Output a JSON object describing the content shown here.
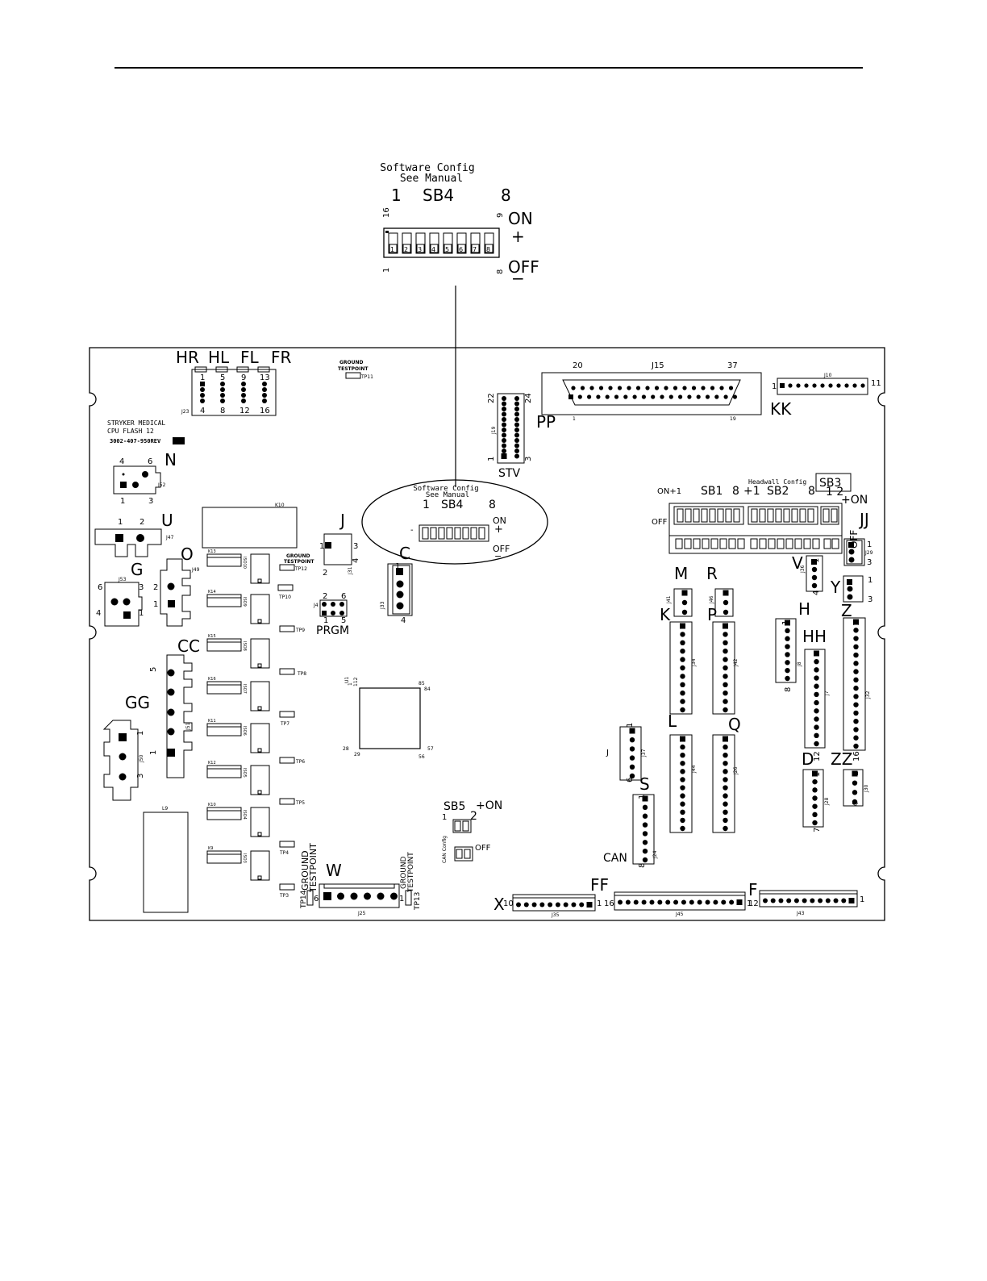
{
  "callout": {
    "title_line1": "Software Config",
    "title_line2": "See Manual",
    "sw_left": "1",
    "sw_name": "SB4",
    "sw_right": "8",
    "pin_16": "16",
    "pin_9": "9",
    "pin_1": "1",
    "pin_8": "8",
    "on_label": "ON",
    "on_sign": "+",
    "off_label": "OFF",
    "off_sign": "−",
    "switch_numbers": [
      "1",
      "2",
      "3",
      "4",
      "5",
      "6",
      "7",
      "8"
    ]
  },
  "board": {
    "top_header_labels": [
      "HR",
      "HL",
      "FL",
      "FR"
    ],
    "j23_pin_labels": [
      "1",
      "5",
      "9",
      "13",
      "4",
      "8",
      "12",
      "16"
    ],
    "j23_ref": "J23",
    "ground_tp11": "GROUND",
    "testpoint_tp11": "TESTPOINT",
    "tp11": "TP11",
    "stryker_line1": "STRYKER MEDICAL",
    "stryker_line2": "CPU FLASH 12",
    "stryker_line3": "3002-407-950REV",
    "j15": "J15",
    "j15_pin_20": "20",
    "j15_pin_37": "37",
    "j15_pin_1": "1",
    "j15_pin_19": "19",
    "kk": "KK",
    "j10": "J10",
    "j10_pin_1": "1",
    "j10_pin_11": "11",
    "pp": "PP",
    "stv": "STV",
    "j19": "J19",
    "j19_pins": [
      "22",
      "24",
      "1",
      "3"
    ],
    "n": "N",
    "j52": "J52",
    "n_pins": [
      "4",
      "6",
      "1",
      "3"
    ],
    "u": "U",
    "j47": "J47",
    "u_pins": [
      "1",
      "2"
    ],
    "o": "O",
    "j49": "J49",
    "o_pins": [
      "2",
      "1"
    ],
    "g": "G",
    "j53": "J53",
    "g_pins": [
      "6",
      "3",
      "4",
      "1"
    ],
    "k10": "K10",
    "j_label": "J",
    "j31": "J31",
    "j_pins": [
      "1",
      "3",
      "2",
      "4"
    ],
    "ground_tp12": "GROUND",
    "testpoint_tp12": "TESTPOINT",
    "tp12": "TP12",
    "tp10": "TP10",
    "tp9": "TP9",
    "tp8": "TP8",
    "tp7": "TP7",
    "tp6": "TP6",
    "tp5": "TP5",
    "tp4": "TP4",
    "tp3": "TP3",
    "prgm": "PRGM",
    "j4": "J4",
    "prgm_pins": [
      "2",
      "6",
      "1",
      "5"
    ],
    "c": "C",
    "j33": "J33",
    "c_pins": [
      "1",
      "4"
    ],
    "cc": "CC",
    "cc_pins": [
      "5",
      "1"
    ],
    "j51": "J51",
    "gg": "GG",
    "j50": "J50",
    "gg_pins": [
      "1",
      "3"
    ],
    "l9": "L9",
    "u1": "U1",
    "u1_pins": [
      "1",
      "112",
      "85",
      "84",
      "29",
      "56",
      "57",
      "28"
    ],
    "relays": [
      "K13",
      "K14",
      "K15",
      "K16",
      "K11",
      "K12",
      "K10",
      "K9"
    ],
    "relay_drivers": [
      "ISO10",
      "ISO9",
      "ISO8",
      "ISO7",
      "ISO6",
      "ISO5",
      "ISO4",
      "ISO3"
    ],
    "ground_tp14": "GROUND",
    "testpoint_tp14": "TESTPOINT",
    "tp14": "TP14",
    "w": "W",
    "w_pins": [
      "6",
      "1"
    ],
    "j25": "J25",
    "ground_tp13": "GROUND",
    "testpoint_tp13": "TESTPOINT",
    "tp13": "TP13",
    "sb5": "SB5",
    "sb5_on": "+ON",
    "sb5_pins": [
      "1",
      "2"
    ],
    "sb5_off": "OFF",
    "can_config": "CAN Config",
    "headwall_config": "Headwall Config",
    "sb3": "SB3",
    "sb3_pins": "1 2",
    "sb3_on": "+ON",
    "sb1_on": "ON+1",
    "sb1": "SB1",
    "sb1_8": "8",
    "sb2_plus1": "+1",
    "sb2": "SB2",
    "sb2_8": "8",
    "sb_off": "OFF",
    "off_vert": "OFF",
    "jj": "JJ",
    "j29": "J29",
    "jj_pins": [
      "1",
      "3"
    ],
    "v": "V",
    "j36": "J36",
    "v_pins": [
      "1",
      "4"
    ],
    "y": "Y",
    "j41": "J41",
    "y_pins": [
      "1",
      "3"
    ],
    "m": "M",
    "m_ref": "J41",
    "r": "R",
    "r_ref": "J46",
    "k": "K",
    "k_ref": "J34",
    "p": "P",
    "p_ref": "J42",
    "h": "H",
    "h_ref": "J8",
    "h_pins": [
      "1",
      "8"
    ],
    "hh": "HH",
    "hh_ref": "J7",
    "hh_pins": [
      "1",
      "12"
    ],
    "z": "Z",
    "z_ref": "J32",
    "z_pins": [
      "1",
      "16"
    ],
    "l": "L",
    "l_ref": "J44",
    "q": "Q",
    "q_ref": "J26",
    "d": "D",
    "d_ref": "J28",
    "d_pins": [
      "1",
      "7"
    ],
    "zz": "ZZ",
    "zz_ref": "J30",
    "zz_pins": [
      "1",
      "4"
    ],
    "j_side": "J",
    "j37": "J37",
    "j37_pins": [
      "1",
      "6"
    ],
    "s": "S",
    "can": "CAN",
    "j24": "J24",
    "s_pins": [
      "1",
      "8"
    ],
    "x": "X",
    "ff": "FF",
    "f": "F",
    "j35": "J35",
    "j45": "J45",
    "j43": "J43",
    "x_pins": [
      "10",
      "1"
    ],
    "ff_pins": [
      "16",
      "1"
    ],
    "f_pins": [
      "12",
      "1"
    ]
  },
  "board_callout": {
    "title_line1": "Software Config",
    "title_line2": "See Manual",
    "sw_left": "1",
    "sw_name": "SB4",
    "sw_right": "8",
    "on_label": "ON",
    "on_sign": "+",
    "off_label": "OFF",
    "off_sign": "−",
    "minus_left": "-"
  }
}
